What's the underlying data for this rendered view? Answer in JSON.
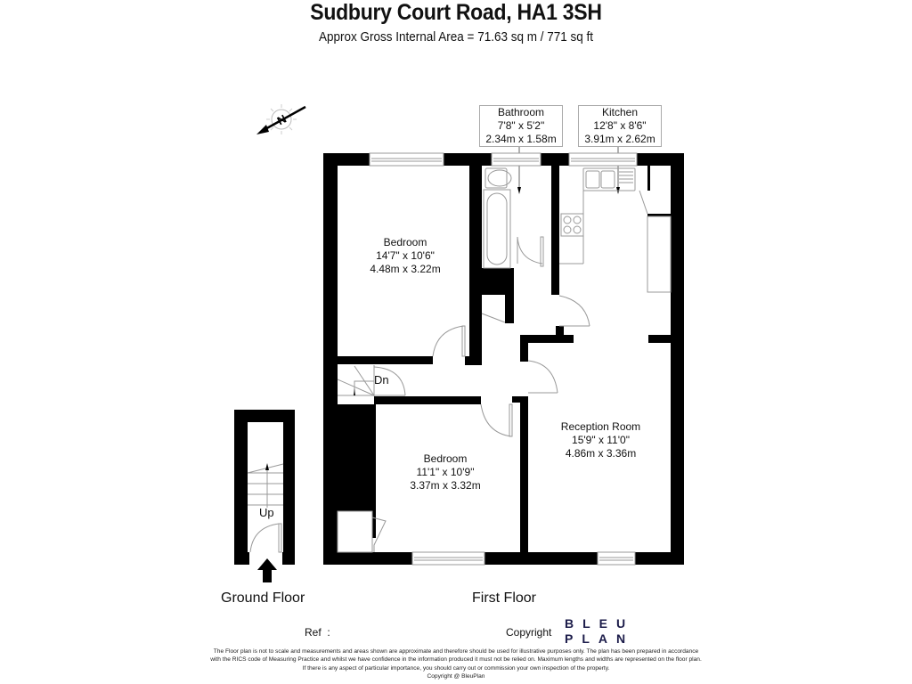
{
  "header": {
    "title": "Sudbury Court Road, HA1 3SH",
    "subtitle": "Approx Gross Internal Area = 71.63 sq m / 771 sq ft"
  },
  "compass": {
    "icon": "north-compass-icon",
    "letter": "N"
  },
  "rooms": [
    {
      "id": "bathroom",
      "name": "Bathroom",
      "imperial": "7'8\" x 5'2\"",
      "metric": "2.34m x 1.58m"
    },
    {
      "id": "kitchen",
      "name": "Kitchen",
      "imperial": "12'8\" x 8'6\"",
      "metric": "3.91m x 2.62m"
    },
    {
      "id": "bedroom1",
      "name": "Bedroom",
      "imperial": "14'7\" x 10'6\"",
      "metric": "4.48m x 3.22m"
    },
    {
      "id": "bedroom2",
      "name": "Bedroom",
      "imperial": "11'1\" x 10'9\"",
      "metric": "3.37m x 3.32m"
    },
    {
      "id": "reception",
      "name": "Reception Room",
      "imperial": "15'9\" x 11'0\"",
      "metric": "4.86m x 3.36m"
    }
  ],
  "stairs": {
    "down_label": "Dn",
    "up_label": "Up"
  },
  "floors": {
    "ground": "Ground Floor",
    "first": "First Floor"
  },
  "footer": {
    "ref_label": "Ref  :",
    "copyright_label": "Copyright",
    "brand_line1": "BLEU",
    "brand_line2": "PLAN",
    "brand_color": "#1c1c4a",
    "disclaimer": [
      "The Floor plan is not to scale and measurements and areas shown are approximate and therefore should be used for illustrative purposes only. The plan has been prepared in accordance",
      "with the RICS code of Measuring Practice and whilst we have confidence in the information produced it must not be relied on. Maximum lengths and widths are represented on the floor plan.",
      "If there is any aspect of particular importance, you should carry out or commission your own inspection of the property.",
      "Copyright @ BleuPlan"
    ]
  }
}
